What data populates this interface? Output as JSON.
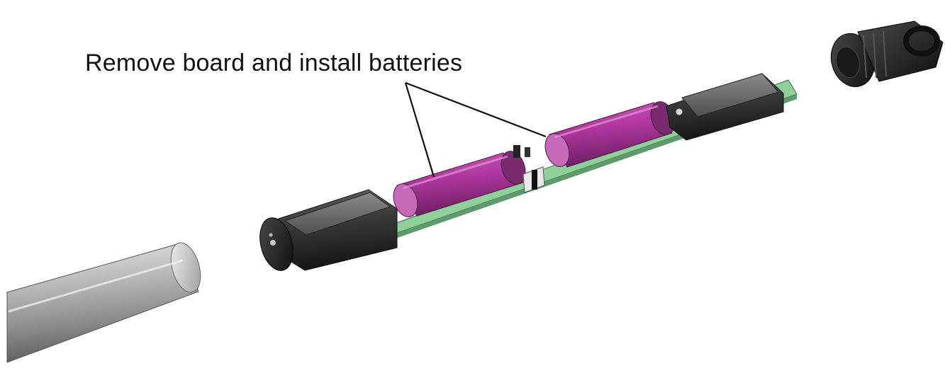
{
  "diagram": {
    "caption": "Remove board and install batteries",
    "components": {
      "housing_tube": "housing-tube",
      "end_cap": "end-cap",
      "circuit_board": "circuit-board",
      "battery_1": "battery",
      "battery_2": "battery",
      "module_left": "electronics-module",
      "module_right": "electronics-module",
      "connector_plug": "connector-plug"
    },
    "colors": {
      "battery": "#b0379f",
      "board": "#8fcf9a",
      "module": "#3a3a3a",
      "tube": "#a7a7a7",
      "callout": "#111111"
    }
  }
}
